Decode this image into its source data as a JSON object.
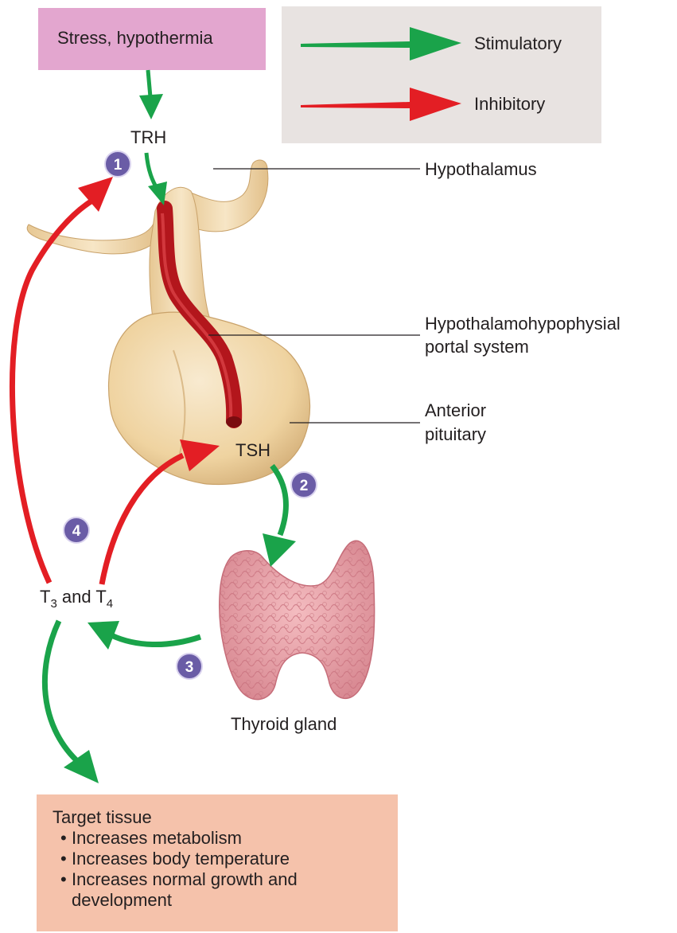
{
  "stress_box": {
    "label": "Stress, hypothermia",
    "color": "#e3a6cf"
  },
  "legend": {
    "stimulatory": {
      "label": "Stimulatory",
      "color": "#1aa34a"
    },
    "inhibitory": {
      "label": "Inhibitory",
      "color": "#e31e24"
    }
  },
  "hormones": {
    "trh": "TRH",
    "tsh": "TSH",
    "t3_and_t4": {
      "t": "T",
      "sub3": "3",
      "and": " and ",
      "sub4": "4"
    }
  },
  "structures": {
    "hypothalamus": "Hypothalamus",
    "portal_line1": "Hypothalamohypophysial",
    "portal_line2": "portal system",
    "anterior_line1": "Anterior",
    "anterior_line2": "pituitary",
    "thyroid": "Thyroid gland"
  },
  "steps": [
    "1",
    "2",
    "3",
    "4"
  ],
  "target_tissue": {
    "title": "Target tissue",
    "items": [
      "Increases metabolism",
      "Increases body temperature",
      "Increases normal growth and development"
    ]
  },
  "colors": {
    "stimulatory": "#1aa34a",
    "inhibitory": "#e31e24",
    "step_badge": "#6a5ca6",
    "portal_vessel": "#b3161c",
    "pituitary": "#f0d8a8",
    "thyroid": "#e9a6ac",
    "target_box": "#f5c2ab"
  }
}
